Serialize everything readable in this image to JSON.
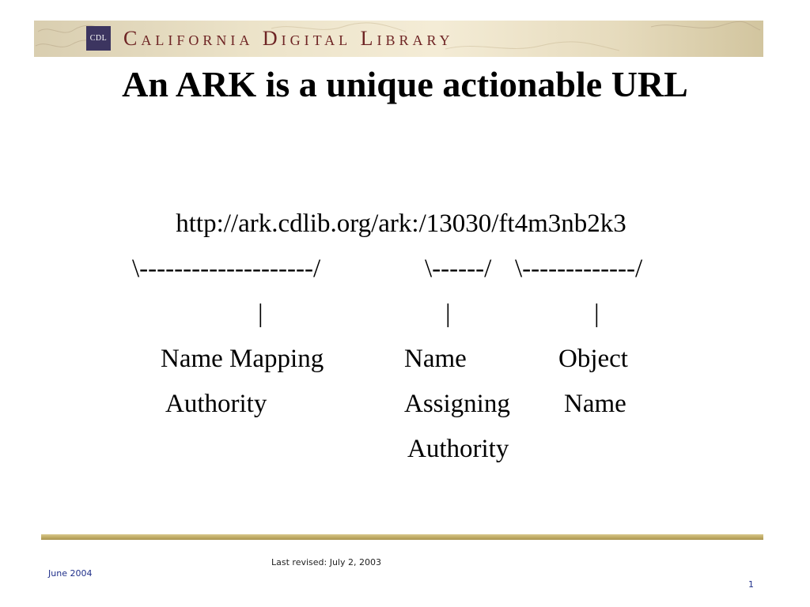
{
  "banner": {
    "logo_text": "CDL",
    "title": "California Digital Library"
  },
  "slide": {
    "title": "An ARK is a unique actionable URL",
    "url": "http://ark.cdlib.org/ark:/13030/ft4m3nb2k3",
    "brackets": {
      "left": "\\--------------------/",
      "middle": "\\------/",
      "right": "\\-------------/"
    },
    "pipes": [
      "|",
      "|",
      "|"
    ],
    "labels": {
      "nma_line1": "Name Mapping",
      "nma_line2": "Authority",
      "naa_line1": "Name",
      "naa_line2": "Assigning",
      "naa_line3": "Authority",
      "obj_line1": "Object",
      "obj_line2": "Name"
    }
  },
  "footer": {
    "revised": "Last revised: July 2, 2003",
    "date": "June 2004",
    "page_number": "1"
  },
  "colors": {
    "footer_date": "#1f2f8a",
    "banner_title": "#6e2424",
    "rule": "#c2ad68"
  }
}
